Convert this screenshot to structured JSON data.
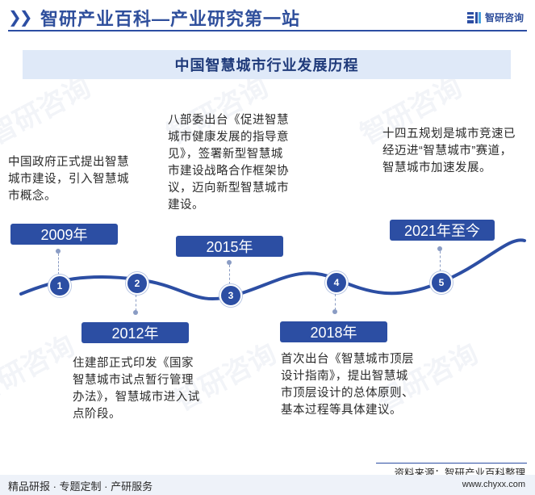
{
  "header": {
    "title": "智研产业百科—产业研究第一站",
    "logo_text": "智研咨询",
    "logo_icon": "zhiyan-logo-icon"
  },
  "banner": {
    "title": "中国智慧城市行业发展历程"
  },
  "watermark": "智研咨询",
  "milestones": [
    {
      "num": "1",
      "year": "2009年",
      "desc": "中国政府正式提出智慧城市建设，引入智慧城市概念。"
    },
    {
      "num": "2",
      "year": "2012年",
      "desc": "住建部正式印发《国家智慧城市试点暂行管理办法》，智慧城市进入试点阶段。"
    },
    {
      "num": "3",
      "year": "2015年",
      "desc": "八部委出台《促进智慧城市健康发展的指导意见》，签署新型智慧城市建设战略合作框架协议，迈向新型智慧城市建设。"
    },
    {
      "num": "4",
      "year": "2018年",
      "desc": "首次出台《智慧城市顶层设计指南》，提出智慧城市顶层设计的总体原则、基本过程等具体建议。"
    },
    {
      "num": "5",
      "year": "2021年至今",
      "desc": "十四五规划是城市竞速已经迈进“智慧城市”赛道，智慧城市加速发展。"
    }
  ],
  "footer": {
    "source": "资料来源：智研产业百科整理",
    "services": "精品研报 · 专题定制 · 产研服务",
    "url": "www.chyxx.com"
  },
  "colors": {
    "primary": "#2c4ea3",
    "banner_bg": "#dfe9f8",
    "footer_bg": "#eef2f9"
  }
}
